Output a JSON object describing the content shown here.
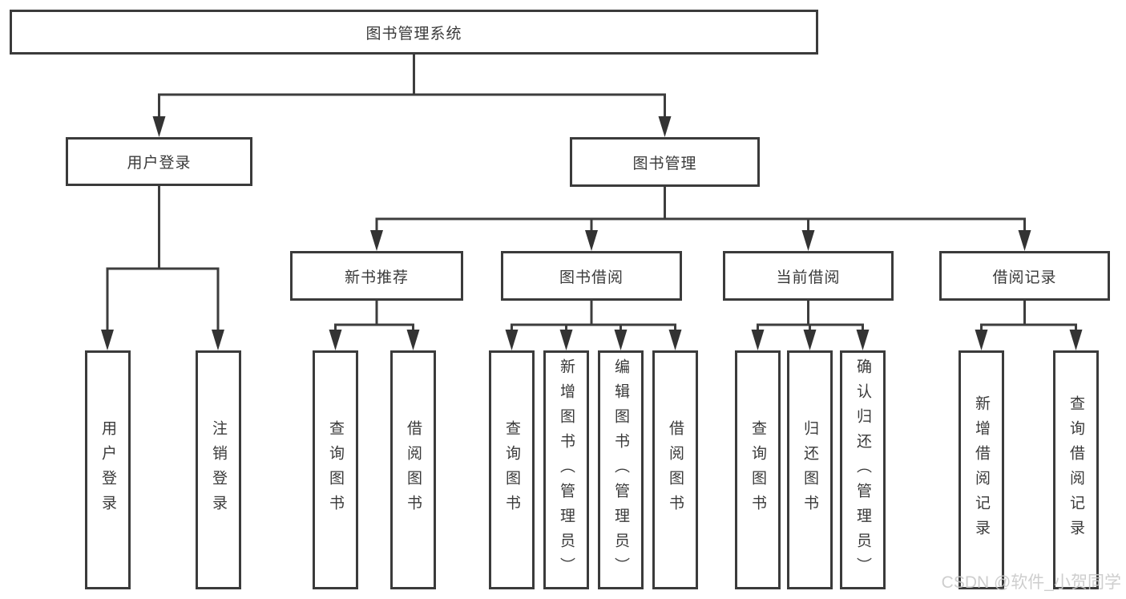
{
  "diagram": {
    "root": {
      "label": "图书管理系统"
    },
    "branches": [
      {
        "label": "用户登录",
        "children": [
          {
            "label": "用户登录"
          },
          {
            "label": "注销登录"
          }
        ]
      },
      {
        "label": "图书管理",
        "sections": [
          {
            "label": "新书推荐",
            "children": [
              {
                "label": "查询图书"
              },
              {
                "label": "借阅图书"
              }
            ]
          },
          {
            "label": "图书借阅",
            "children": [
              {
                "label": "查询图书"
              },
              {
                "label": "新增图书（管理员）"
              },
              {
                "label": "编辑图书（管理员）"
              },
              {
                "label": "借阅图书"
              }
            ]
          },
          {
            "label": "当前借阅",
            "children": [
              {
                "label": "查询图书"
              },
              {
                "label": "归还图书"
              },
              {
                "label": "确认归还（管理员）"
              }
            ]
          },
          {
            "label": "借阅记录",
            "children": [
              {
                "label": "新增借阅记录"
              },
              {
                "label": "查询借阅记录"
              }
            ]
          }
        ]
      }
    ],
    "colors": {
      "line": "#3d3d3d",
      "text": "#3a3a3a",
      "background": "#ffffff",
      "watermark_text": "#c9c9c9"
    }
  },
  "watermark": {
    "text": "CSDN @软件_小贺同学"
  }
}
